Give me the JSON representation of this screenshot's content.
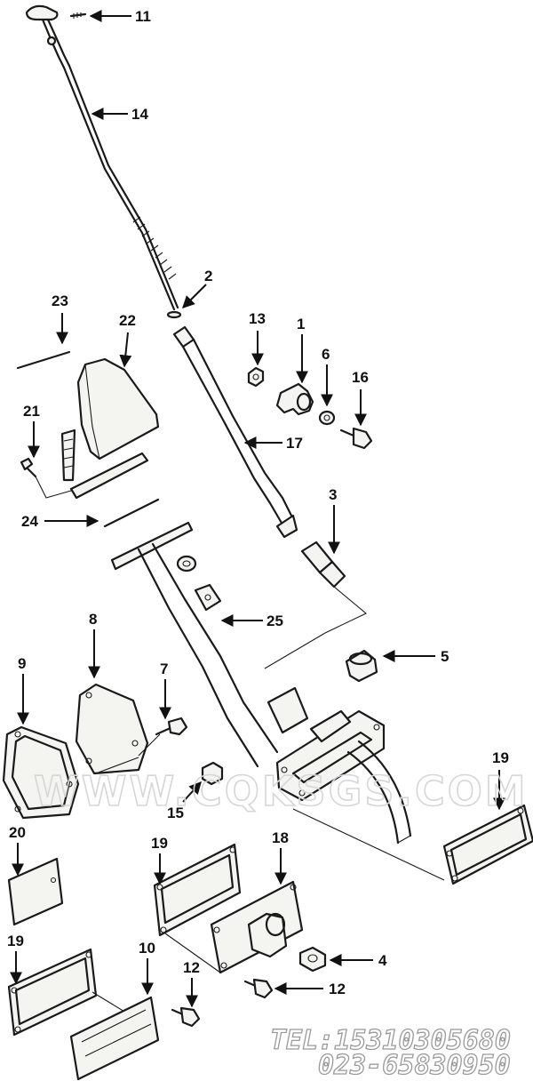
{
  "diagram": {
    "watermark": "WWW.CQKSGS.COM",
    "contact_phone": "TEL:15310305680",
    "contact_alt": "023-65830950",
    "callouts": {
      "c11": "11",
      "c14": "14",
      "c2": "2",
      "c23": "23",
      "c22": "22",
      "c13": "13",
      "c1": "1",
      "c6": "6",
      "c16": "16",
      "c21": "21",
      "c17": "17",
      "c3": "3",
      "c24": "24",
      "c25": "25",
      "c8": "8",
      "c9": "9",
      "c7": "7",
      "c5": "5",
      "c15": "15",
      "c19a": "19",
      "c20": "20",
      "c19b": "19",
      "c18": "18",
      "c4": "4",
      "c19c": "19",
      "c10": "10",
      "c12a": "12",
      "c12b": "12"
    }
  }
}
